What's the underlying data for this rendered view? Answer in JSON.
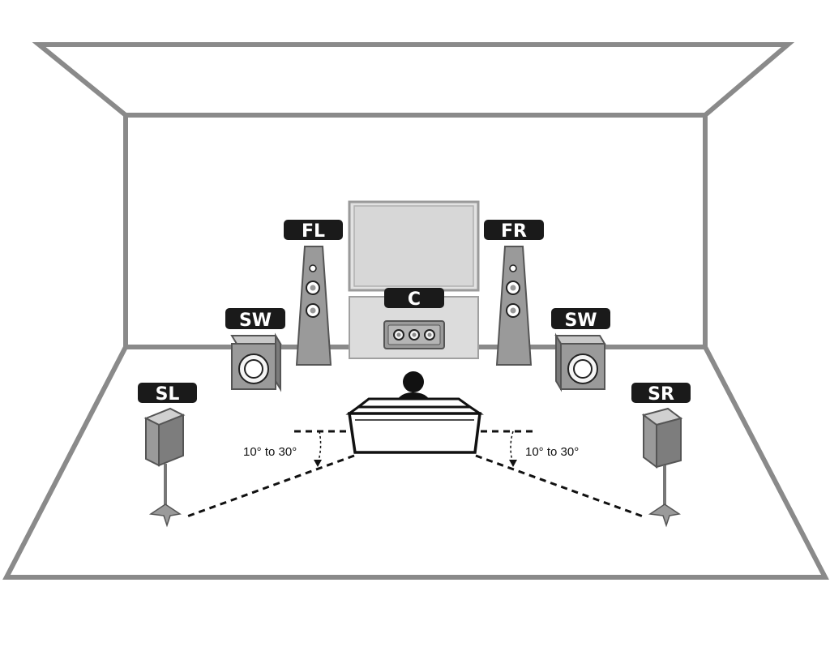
{
  "speakers": {
    "fl": {
      "label": "FL"
    },
    "fr": {
      "label": "FR"
    },
    "c": {
      "label": "C"
    },
    "sw_left": {
      "label": "SW"
    },
    "sw_right": {
      "label": "SW"
    },
    "sl": {
      "label": "SL"
    },
    "sr": {
      "label": "SR"
    }
  },
  "angles": {
    "left": "10° to 30°",
    "right": "10° to 30°"
  },
  "colors": {
    "wall": "#8a8a8a",
    "speaker_fill": "#9a9a9a",
    "screen": "#dcdcdc",
    "label_bg": "#1a1a1a",
    "line": "#111111"
  }
}
